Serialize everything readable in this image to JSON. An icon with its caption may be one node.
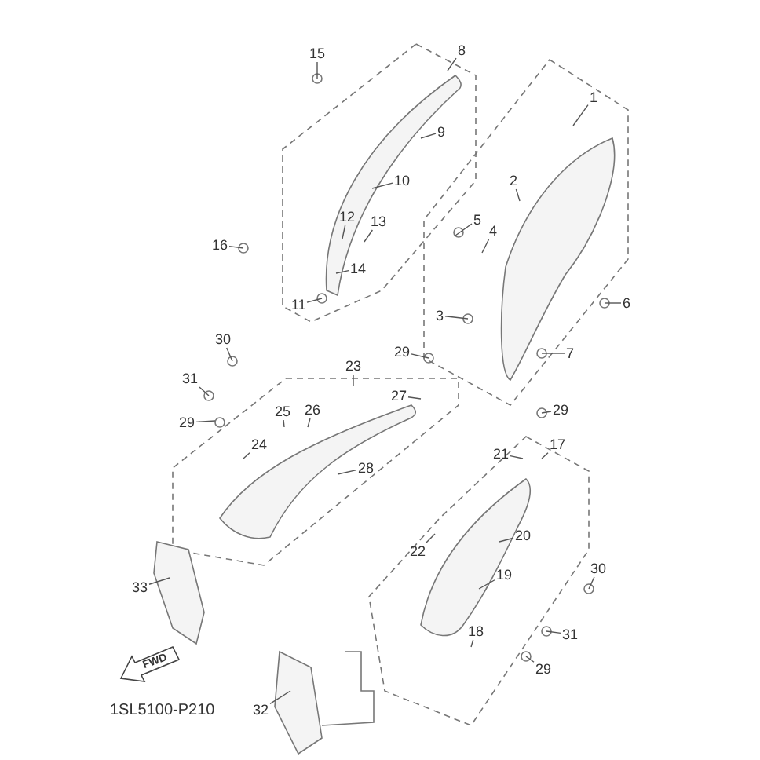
{
  "diagram": {
    "nodes": [
      {
        "text": [
          "1"
        ]
      },
      {
        "text": [
          "2"
        ]
      },
      {
        "text": [
          "3"
        ]
      },
      {
        "text": [
          "4"
        ]
      },
      {
        "text": [
          "5"
        ]
      },
      {
        "text": [
          "6"
        ]
      },
      {
        "text": [
          "7"
        ]
      },
      {
        "text": [
          "8"
        ]
      },
      {
        "text": [
          "9"
        ]
      },
      {
        "text": [
          "10"
        ]
      },
      {
        "text": [
          "11"
        ]
      },
      {
        "text": [
          "12"
        ]
      },
      {
        "text": [
          "13"
        ]
      },
      {
        "text": [
          "14"
        ]
      },
      {
        "text": [
          "15"
        ]
      },
      {
        "text": [
          "16"
        ]
      },
      {
        "text": [
          "17"
        ]
      },
      {
        "text": [
          "18"
        ]
      },
      {
        "text": [
          "19"
        ]
      },
      {
        "text": [
          "20"
        ]
      },
      {
        "text": [
          "21"
        ]
      },
      {
        "text": [
          "22"
        ]
      },
      {
        "text": [
          "23"
        ]
      },
      {
        "text": [
          "24"
        ]
      },
      {
        "text": [
          "25"
        ]
      },
      {
        "text": [
          "26"
        ]
      },
      {
        "text": [
          "27"
        ]
      },
      {
        "text": [
          "28"
        ]
      },
      {
        "text": [
          "29"
        ]
      },
      {
        "text": [
          "29"
        ]
      },
      {
        "text": [
          "29"
        ]
      },
      {
        "text": [
          "29"
        ]
      },
      {
        "text": [
          "30"
        ]
      },
      {
        "text": [
          "30"
        ]
      },
      {
        "text": [
          "31"
        ]
      },
      {
        "text": [
          "31"
        ]
      },
      {
        "text": [
          "32"
        ]
      },
      {
        "text": [
          "33"
        ]
      }
    ],
    "edges": [
      {
        "from": 0,
        "to": null,
        "arrow": "none"
      },
      {
        "from": 1,
        "to": null,
        "arrow": "none"
      },
      {
        "from": 2,
        "to": null,
        "arrow": "none"
      },
      {
        "from": 3,
        "to": null,
        "arrow": "none"
      },
      {
        "from": 4,
        "to": null,
        "arrow": "none"
      },
      {
        "from": 5,
        "to": null,
        "arrow": "none"
      },
      {
        "from": 6,
        "to": null,
        "arrow": "none"
      },
      {
        "from": 7,
        "to": null,
        "arrow": "none"
      },
      {
        "from": 8,
        "to": null,
        "arrow": "none"
      },
      {
        "from": 9,
        "to": null,
        "arrow": "none"
      },
      {
        "from": 10,
        "to": null,
        "arrow": "none"
      },
      {
        "from": 11,
        "to": null,
        "arrow": "none"
      },
      {
        "from": 12,
        "to": null,
        "arrow": "none"
      },
      {
        "from": 13,
        "to": null,
        "arrow": "none"
      },
      {
        "from": 14,
        "to": null,
        "arrow": "none"
      },
      {
        "from": 15,
        "to": null,
        "arrow": "none"
      },
      {
        "from": 16,
        "to": null,
        "arrow": "none"
      },
      {
        "from": 17,
        "to": null,
        "arrow": "none"
      },
      {
        "from": 18,
        "to": null,
        "arrow": "none"
      },
      {
        "from": 19,
        "to": null,
        "arrow": "none"
      },
      {
        "from": 20,
        "to": null,
        "arrow": "none"
      },
      {
        "from": 21,
        "to": null,
        "arrow": "none"
      },
      {
        "from": 22,
        "to": null,
        "arrow": "none"
      },
      {
        "from": 23,
        "to": null,
        "arrow": "none"
      },
      {
        "from": 24,
        "to": null,
        "arrow": "none"
      },
      {
        "from": 25,
        "to": null,
        "arrow": "none"
      },
      {
        "from": 26,
        "to": null,
        "arrow": "none"
      },
      {
        "from": 27,
        "to": null,
        "arrow": "none"
      },
      {
        "from": 28,
        "to": null,
        "arrow": "none"
      },
      {
        "from": 29,
        "to": null,
        "arrow": "none"
      },
      {
        "from": 30,
        "to": null,
        "arrow": "none"
      },
      {
        "from": 31,
        "to": null,
        "arrow": "none"
      },
      {
        "from": 32,
        "to": null,
        "arrow": "none"
      },
      {
        "from": 33,
        "to": null,
        "arrow": "none"
      },
      {
        "from": 34,
        "to": null,
        "arrow": "none"
      },
      {
        "from": 35,
        "to": null,
        "arrow": "none"
      },
      {
        "from": 36,
        "to": null,
        "arrow": "none"
      },
      {
        "from": 37,
        "to": null,
        "arrow": "none"
      }
    ],
    "labels": [
      "FWD",
      "1SL5100-P210"
    ]
  }
}
